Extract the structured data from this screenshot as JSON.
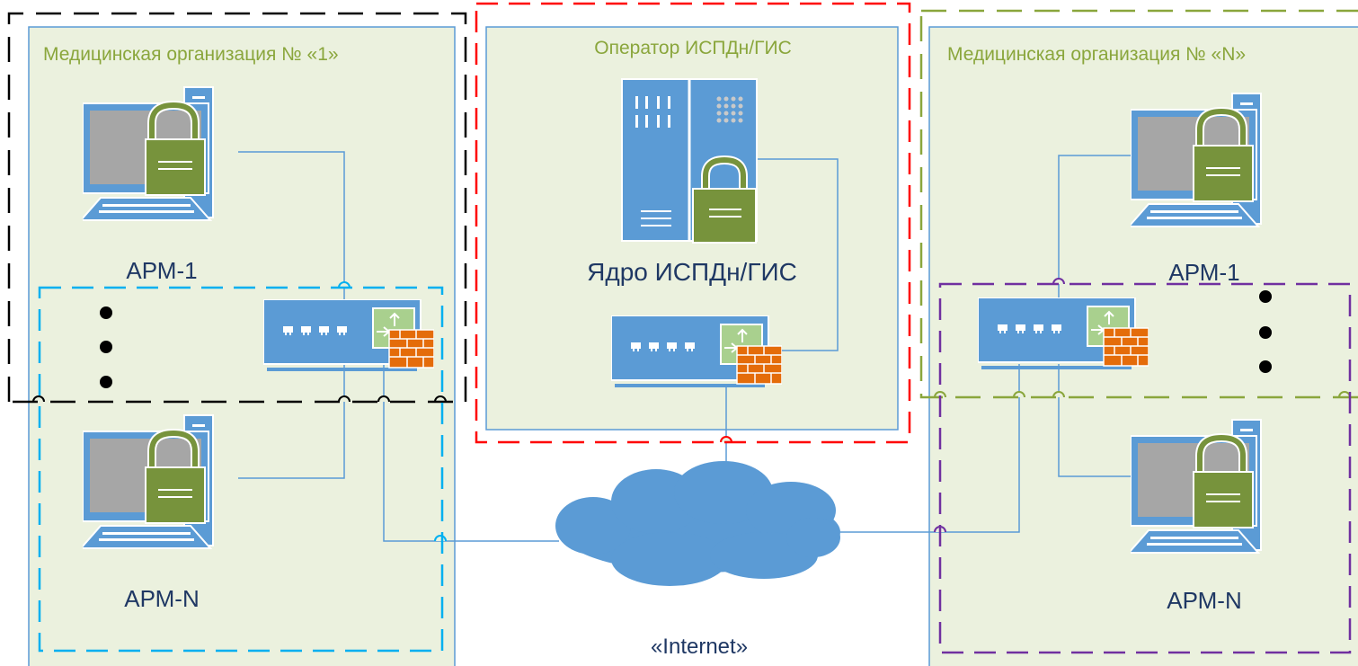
{
  "zones": {
    "org1": {
      "title": "Медицинская организация № «1»"
    },
    "operator": {
      "title": "Оператор ИСПДн/ГИС"
    },
    "orgN": {
      "title": "Медицинская организация № «N»"
    }
  },
  "devices": {
    "org1_arm1": "АРМ-1",
    "org1_armN": "АРМ-N",
    "core": "Ядро ИСПДн/ГИС",
    "orgN_arm1": "АРМ-1",
    "orgN_armN": "АРМ-N"
  },
  "network": {
    "label": "«Internet»"
  },
  "colors": {
    "zone_fill": "#ebf1de",
    "zone_border": "#5b9bd5",
    "device_blue": "#5b9bd5",
    "lock_green": "#77933c",
    "firewall_orange": "#e46c0a",
    "boundary_black": "#000000",
    "boundary_red": "#ff0000",
    "boundary_olive": "#8aa63c",
    "boundary_cyan": "#00b0f0",
    "boundary_purple": "#7030a0"
  },
  "icons": [
    "computer-icon",
    "lock-icon",
    "server-icon",
    "switch-icon",
    "firewall-icon",
    "cloud-icon"
  ]
}
